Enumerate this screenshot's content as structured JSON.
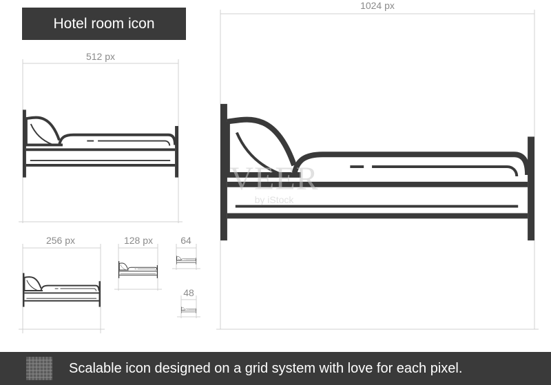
{
  "header": {
    "title": "Hotel room icon"
  },
  "sizes": {
    "s1024": "1024 px",
    "s512": "512 px",
    "s256": "256 px",
    "s128": "128 px",
    "s64": "64",
    "s48": "48"
  },
  "watermark": {
    "main": "VEER",
    "sub": "by iStock"
  },
  "footer": {
    "text": "Scalable icon designed on a grid system with love for each pixel."
  },
  "colors": {
    "dark": "#3a3a3a",
    "line": "#333333",
    "guide": "#cccccc"
  },
  "icons": {
    "main": "bed-icon",
    "footer": "grid-icon"
  }
}
